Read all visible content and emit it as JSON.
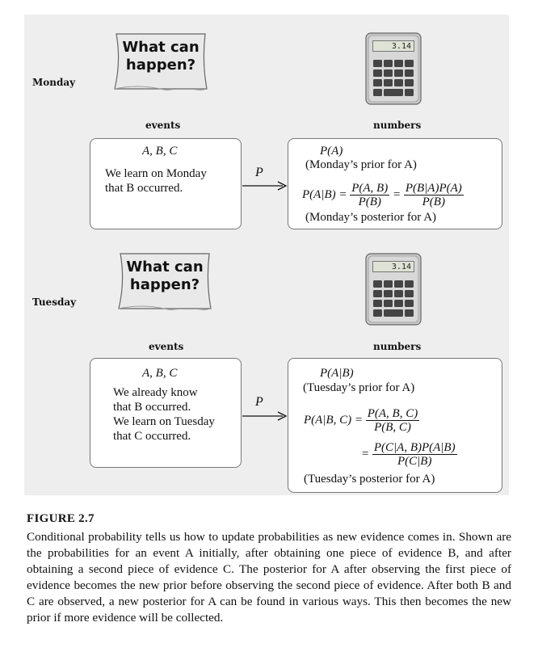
{
  "monday": {
    "day_label": "Monday",
    "note_text": [
      "What can",
      "happen?"
    ],
    "calc_display": "3.14",
    "events_label": "events",
    "numbers_label": "numbers",
    "events_box": [
      "A, B, C",
      "We learn on Monday",
      "that B occurred."
    ],
    "arrow_label": "P",
    "numbers_box": {
      "prior": "P(A)",
      "prior_note": "(Monday’s prior for A)",
      "lhs": "P(A|B) =",
      "frac1_num": "P(A, B)",
      "frac1_den": "P(B)",
      "eq": "=",
      "frac2_num": "P(B|A)P(A)",
      "frac2_den": "P(B)",
      "posterior_note": "(Monday’s posterior for A)"
    }
  },
  "tuesday": {
    "day_label": "Tuesday",
    "note_text": [
      "What can",
      "happen?"
    ],
    "calc_display": "3.14",
    "events_label": "events",
    "numbers_label": "numbers",
    "events_box": [
      "A, B, C",
      "We already know",
      "that B occurred.",
      "We learn on Tuesday",
      "that C occurred."
    ],
    "arrow_label": "P",
    "numbers_box": {
      "prior": "P(A|B)",
      "prior_note": "(Tuesday’s prior for A)",
      "lhs": "P(A|B, C) =",
      "frac1_num": "P(A, B, C)",
      "frac1_den": "P(B, C)",
      "eq": "=",
      "frac2_num": "P(C|A, B)P(A|B)",
      "frac2_den": "P(C|B)",
      "posterior_note": "(Tuesday’s posterior for A)"
    }
  },
  "caption": {
    "title": "FIGURE 2.7",
    "text": "Conditional probability tells us how to update probabilities as new evidence comes in. Shown are the probabilities for an event A initially, after obtaining one piece of evidence B, and after obtaining a second piece of evidence C. The posterior for A after observing the first piece of evidence becomes the new prior before observing the second piece of evidence. After both B and C are observed, a new posterior for A can be found in various ways. This then becomes the new prior if more evidence will be collected."
  }
}
